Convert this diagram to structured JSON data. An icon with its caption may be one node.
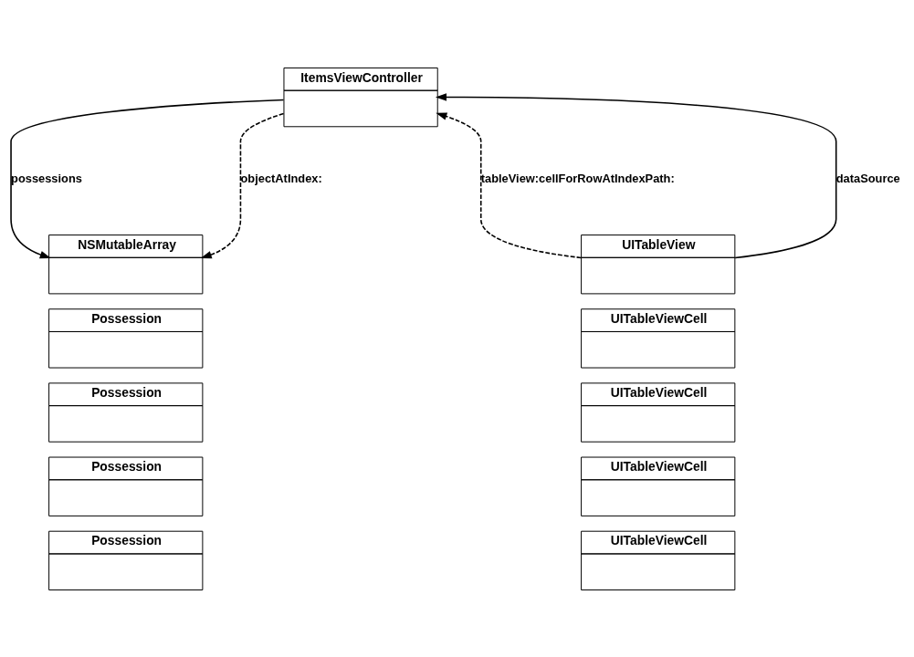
{
  "diagram": {
    "nodes": [
      {
        "text": [
          "ItemsViewController"
        ]
      },
      {
        "text": [
          "UITableView"
        ]
      },
      {
        "text": [
          "NSMutableArray"
        ]
      },
      {
        "text": [
          "UITableViewCell"
        ]
      },
      {
        "text": [
          "UITableViewCell"
        ]
      },
      {
        "text": [
          "UITableViewCell"
        ]
      },
      {
        "text": [
          "UITableViewCell"
        ]
      },
      {
        "text": [
          "Possession"
        ]
      },
      {
        "text": [
          "Possession"
        ]
      },
      {
        "text": [
          "Possession"
        ]
      },
      {
        "text": [
          "Possession"
        ]
      }
    ],
    "edges": [
      {
        "from": 1,
        "to": 0,
        "arrow": "to",
        "style": "dashed",
        "label": "tableView:cellForRowAtIndexPath:"
      },
      {
        "from": 1,
        "to": 0,
        "arrow": "to",
        "label": "dataSource"
      },
      {
        "from": 0,
        "to": 2,
        "arrow": "to",
        "label": "possessions"
      },
      {
        "from": 0,
        "to": 2,
        "arrow": "to",
        "style": "dashed",
        "label": "objectAtIndex:"
      }
    ]
  }
}
